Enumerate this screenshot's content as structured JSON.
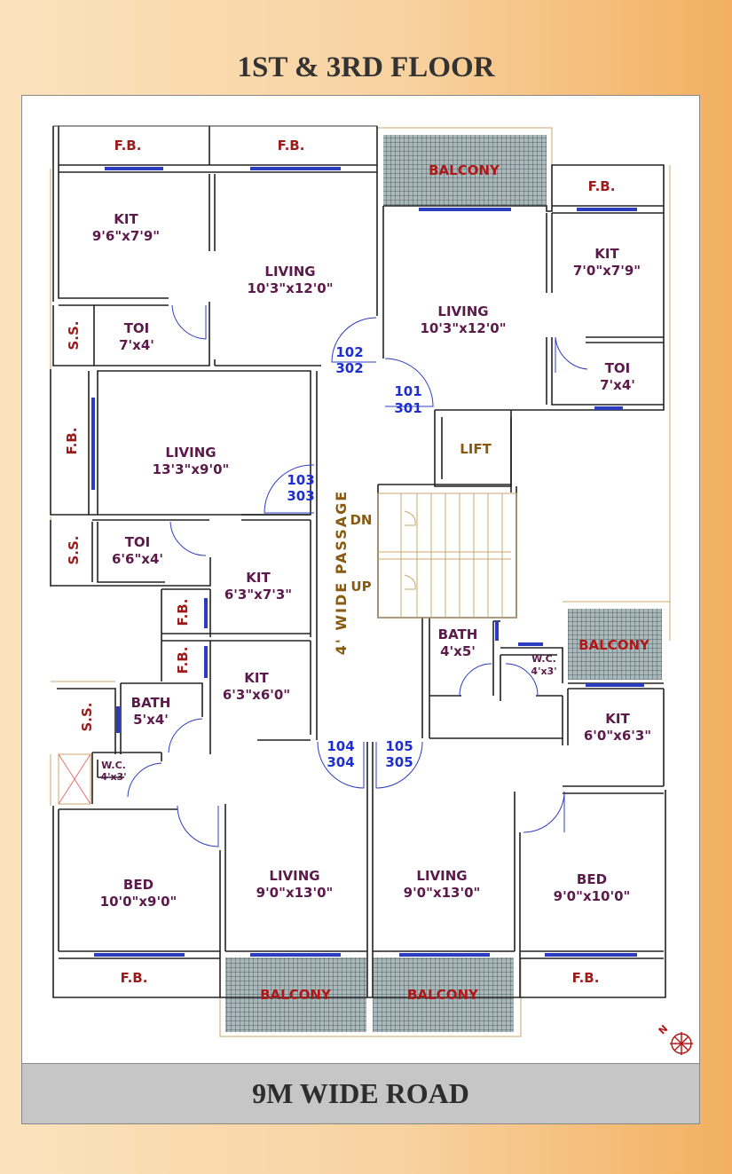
{
  "title": "1ST & 3RD FLOOR",
  "road": "9M WIDE ROAD",
  "labels": {
    "fb": "F.B.",
    "balcony": "BALCONY",
    "ss": "S.S.",
    "lift": "LIFT",
    "dn": "DN",
    "up": "UP",
    "passage": "4' WIDE PASSAGE",
    "north": "N"
  },
  "rooms": [
    {
      "name": "KIT",
      "size": "9'6\"x7'9\""
    },
    {
      "name": "LIVING",
      "size": "10'3\"x12'0\""
    },
    {
      "name": "TOI",
      "size": "7'x4'"
    },
    {
      "name": "LIVING",
      "size": "10'3\"x12'0\""
    },
    {
      "name": "KIT",
      "size": "7'0\"x7'9\""
    },
    {
      "name": "TOI",
      "size": "7'x4'"
    },
    {
      "name": "LIVING",
      "size": "13'3\"x9'0\""
    },
    {
      "name": "TOI",
      "size": "6'6\"x4'"
    },
    {
      "name": "KIT",
      "size": "6'3\"x7'3\""
    },
    {
      "name": "KIT",
      "size": "6'3\"x6'0\""
    },
    {
      "name": "BATH",
      "size": "5'x4'"
    },
    {
      "name": "W.C.",
      "size": "4'x3'"
    },
    {
      "name": "BED",
      "size": "10'0\"x9'0\""
    },
    {
      "name": "LIVING",
      "size": "9'0\"x13'0\""
    },
    {
      "name": "LIVING",
      "size": "9'0\"x13'0\""
    },
    {
      "name": "BED",
      "size": "9'0\"x10'0\""
    },
    {
      "name": "BATH",
      "size": "4'x5'"
    },
    {
      "name": "W.C.",
      "size": "4'x3'"
    },
    {
      "name": "KIT",
      "size": "6'0\"x6'3\""
    }
  ],
  "flats": [
    {
      "a": "102",
      "b": "302"
    },
    {
      "a": "101",
      "b": "301"
    },
    {
      "a": "103",
      "b": "303"
    },
    {
      "a": "104",
      "b": "304"
    },
    {
      "a": "105",
      "b": "305"
    }
  ]
}
